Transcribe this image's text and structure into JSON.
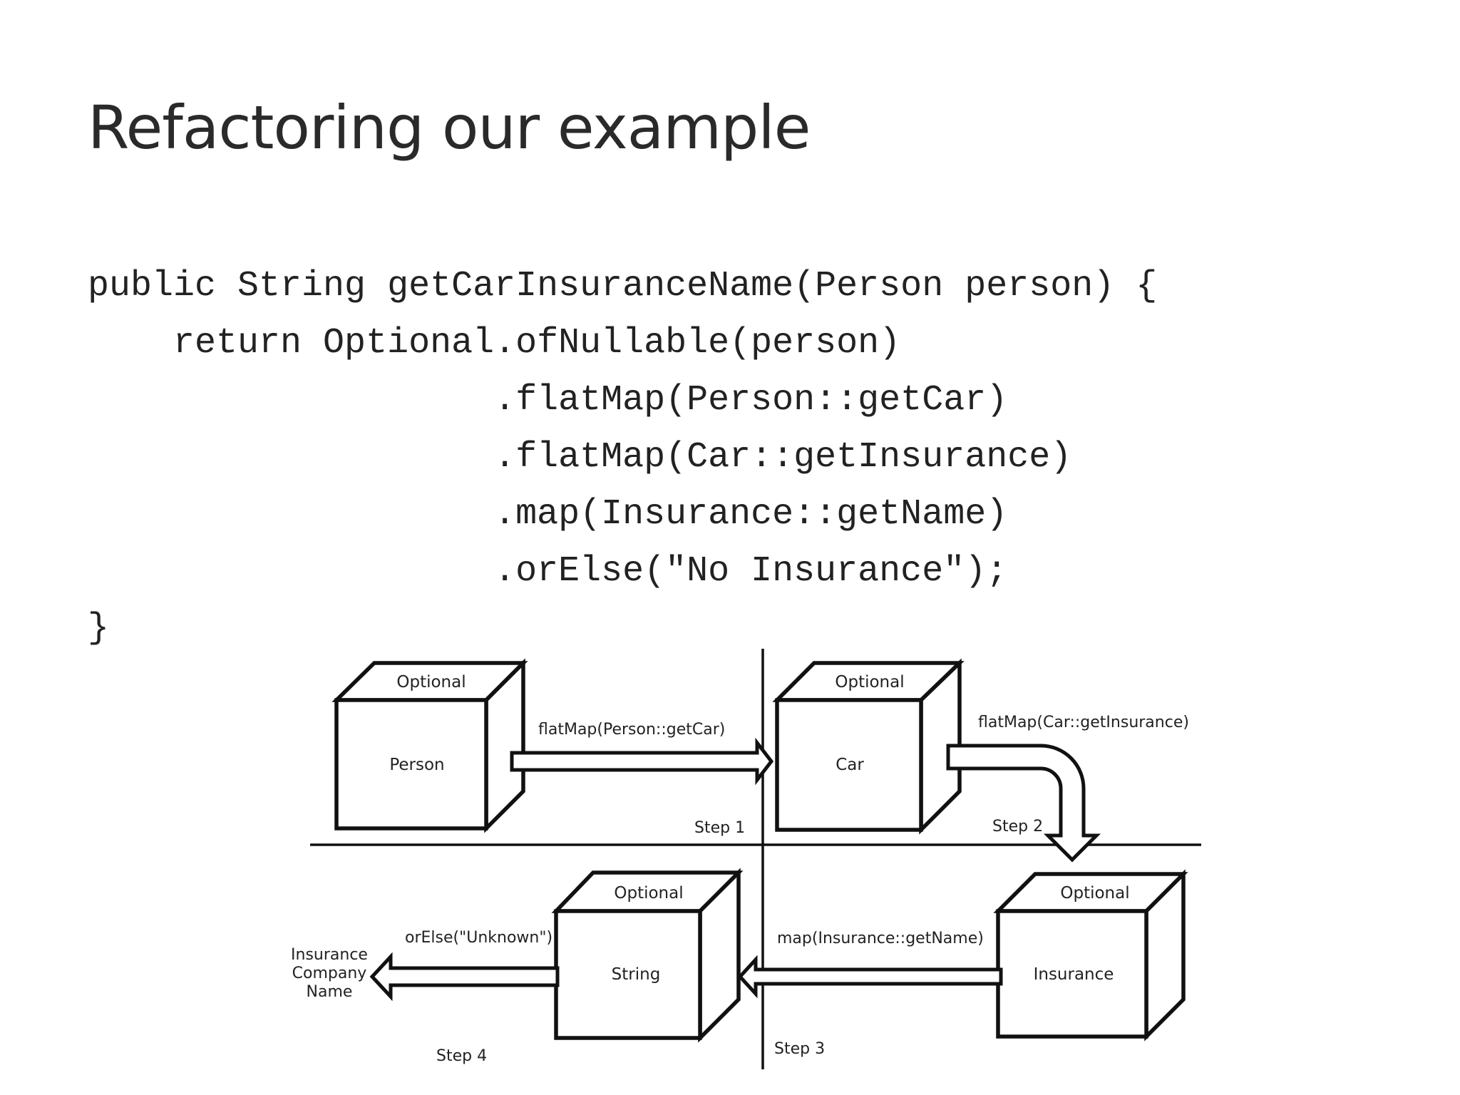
{
  "slide": {
    "title": "Refactoring our example",
    "code_lines": [
      "public String getCarInsuranceName(Person person) {",
      "    return Optional.ofNullable(person)",
      "                   .flatMap(Person::getCar)",
      "                   .flatMap(Car::getInsurance)",
      "                   .map(Insurance::getName)",
      "                   .orElse(\"No Insurance\");",
      "}"
    ]
  },
  "diagram": {
    "boxes": [
      {
        "header": "Optional",
        "content": "Person"
      },
      {
        "header": "Optional",
        "content": "Car"
      },
      {
        "header": "Optional",
        "content": "String"
      },
      {
        "header": "Optional",
        "content": "Insurance"
      }
    ],
    "arrows": [
      {
        "label": "flatMap(Person::getCar)"
      },
      {
        "label": "flatMap(Car::getInsurance)"
      },
      {
        "label": "map(Insurance::getName)"
      },
      {
        "label": "orElse(\"Unknown\")"
      }
    ],
    "steps": [
      "Step 1",
      "Step 2",
      "Step 3",
      "Step 4"
    ],
    "result_lines": [
      "Insurance",
      "Company",
      "Name"
    ]
  }
}
